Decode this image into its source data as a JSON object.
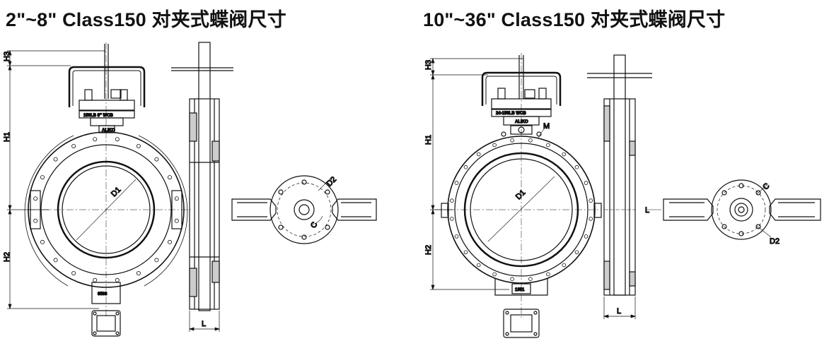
{
  "titles": {
    "left": "2\"~8\" Class150 对夹式蝶阀尺寸",
    "right": "10\"~36\" Class150 对夹式蝶阀尺寸"
  },
  "left_drawing": {
    "dims": {
      "h3": "H3",
      "h1": "H1",
      "h2": "H2",
      "d1": "D1",
      "d2": "D2",
      "c": "C",
      "l": "L"
    },
    "plate_text": "150LB  8\"   WCB",
    "logo_text": "ALIKO",
    "body_mark": "6508"
  },
  "right_drawing": {
    "dims": {
      "h3": "H3",
      "h1": "H1",
      "h2": "H2",
      "d1": "D1",
      "d2": "D2",
      "c": "C",
      "l": "L",
      "m": "M"
    },
    "plate_text": "24-150LB    WCB",
    "logo_text": "ALIKO",
    "body_mark": "1351"
  }
}
